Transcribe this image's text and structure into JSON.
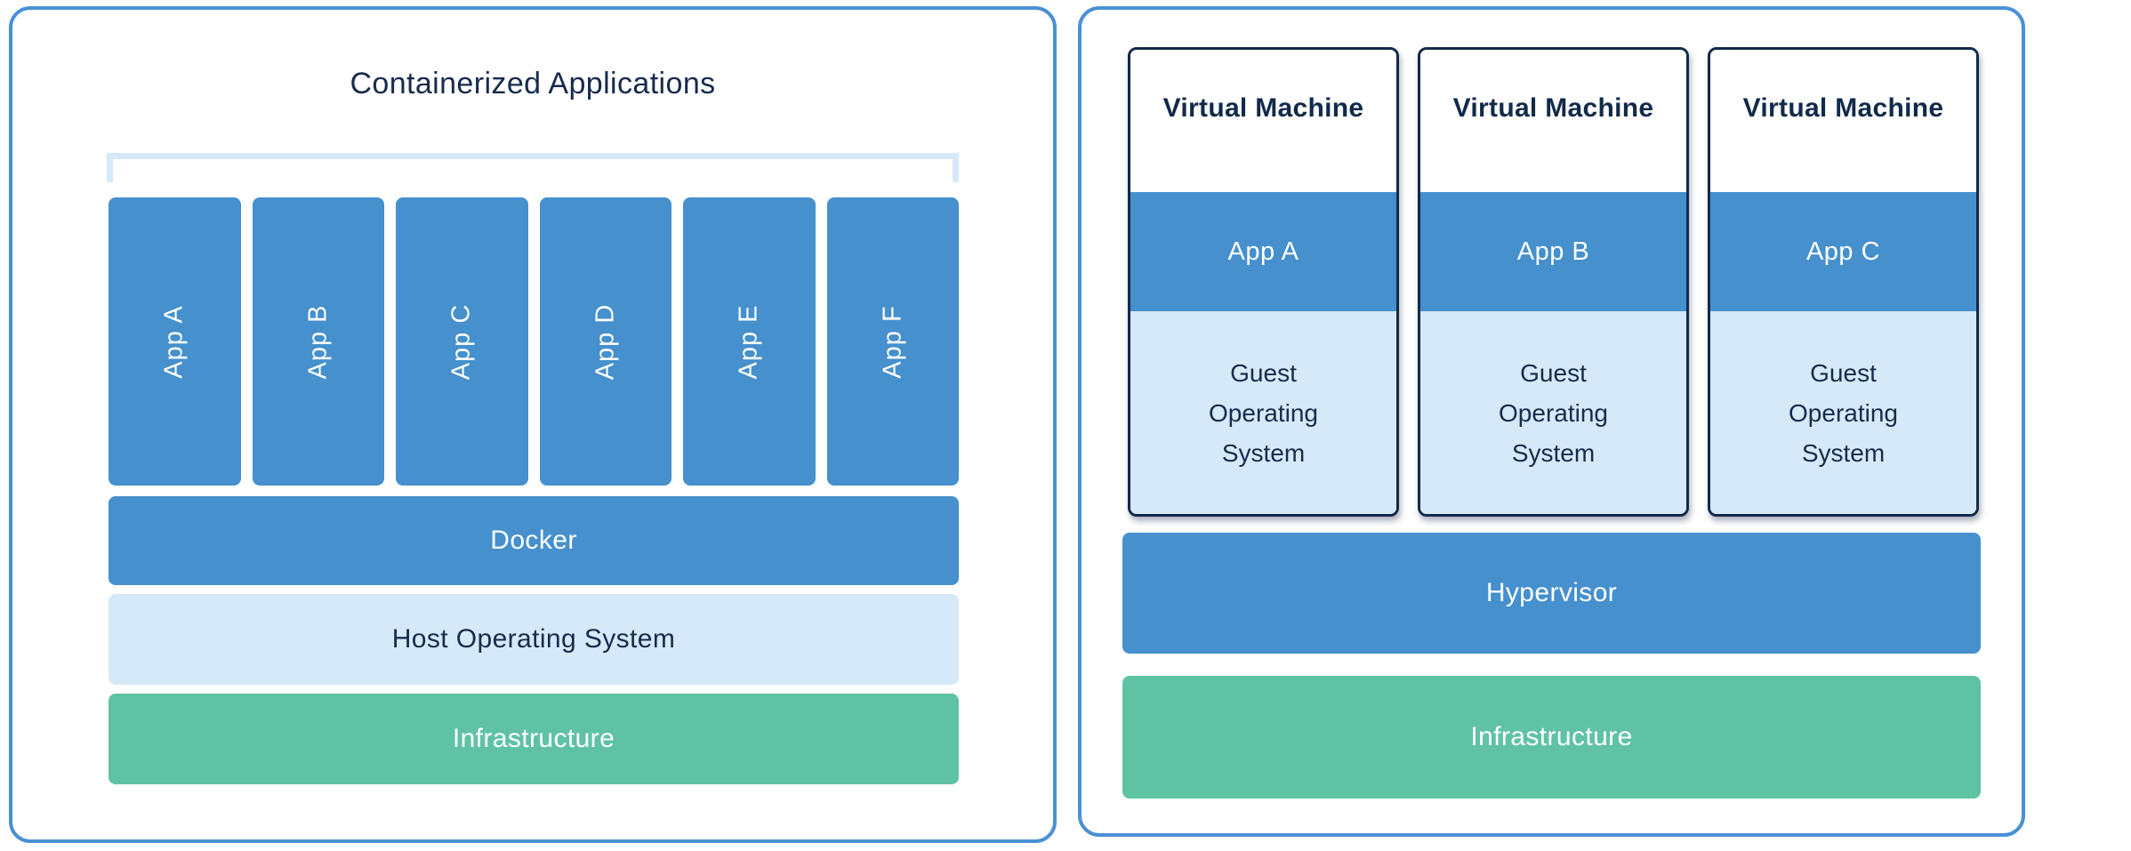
{
  "colors": {
    "blue_fill": "#4590CD",
    "light_blue_fill": "#D5E9F8",
    "green_fill": "#5FC3A3",
    "navy_text": "#172B4D",
    "vm_border": "#122A4A",
    "panel_border": "#4A90D5"
  },
  "left_panel": {
    "title": "Containerized Applications",
    "apps": [
      "App A",
      "App B",
      "App C",
      "App D",
      "App E",
      "App F"
    ],
    "layers": {
      "docker": "Docker",
      "host_os": "Host Operating System",
      "infrastructure": "Infrastructure"
    }
  },
  "right_panel": {
    "vms": [
      {
        "title": "Virtual Machine",
        "app": "App A",
        "os": "Guest Operating System"
      },
      {
        "title": "Virtual Machine",
        "app": "App B",
        "os": "Guest Operating System"
      },
      {
        "title": "Virtual Machine",
        "app": "App C",
        "os": "Guest Operating System"
      }
    ],
    "layers": {
      "hypervisor": "Hypervisor",
      "infrastructure": "Infrastructure"
    }
  }
}
